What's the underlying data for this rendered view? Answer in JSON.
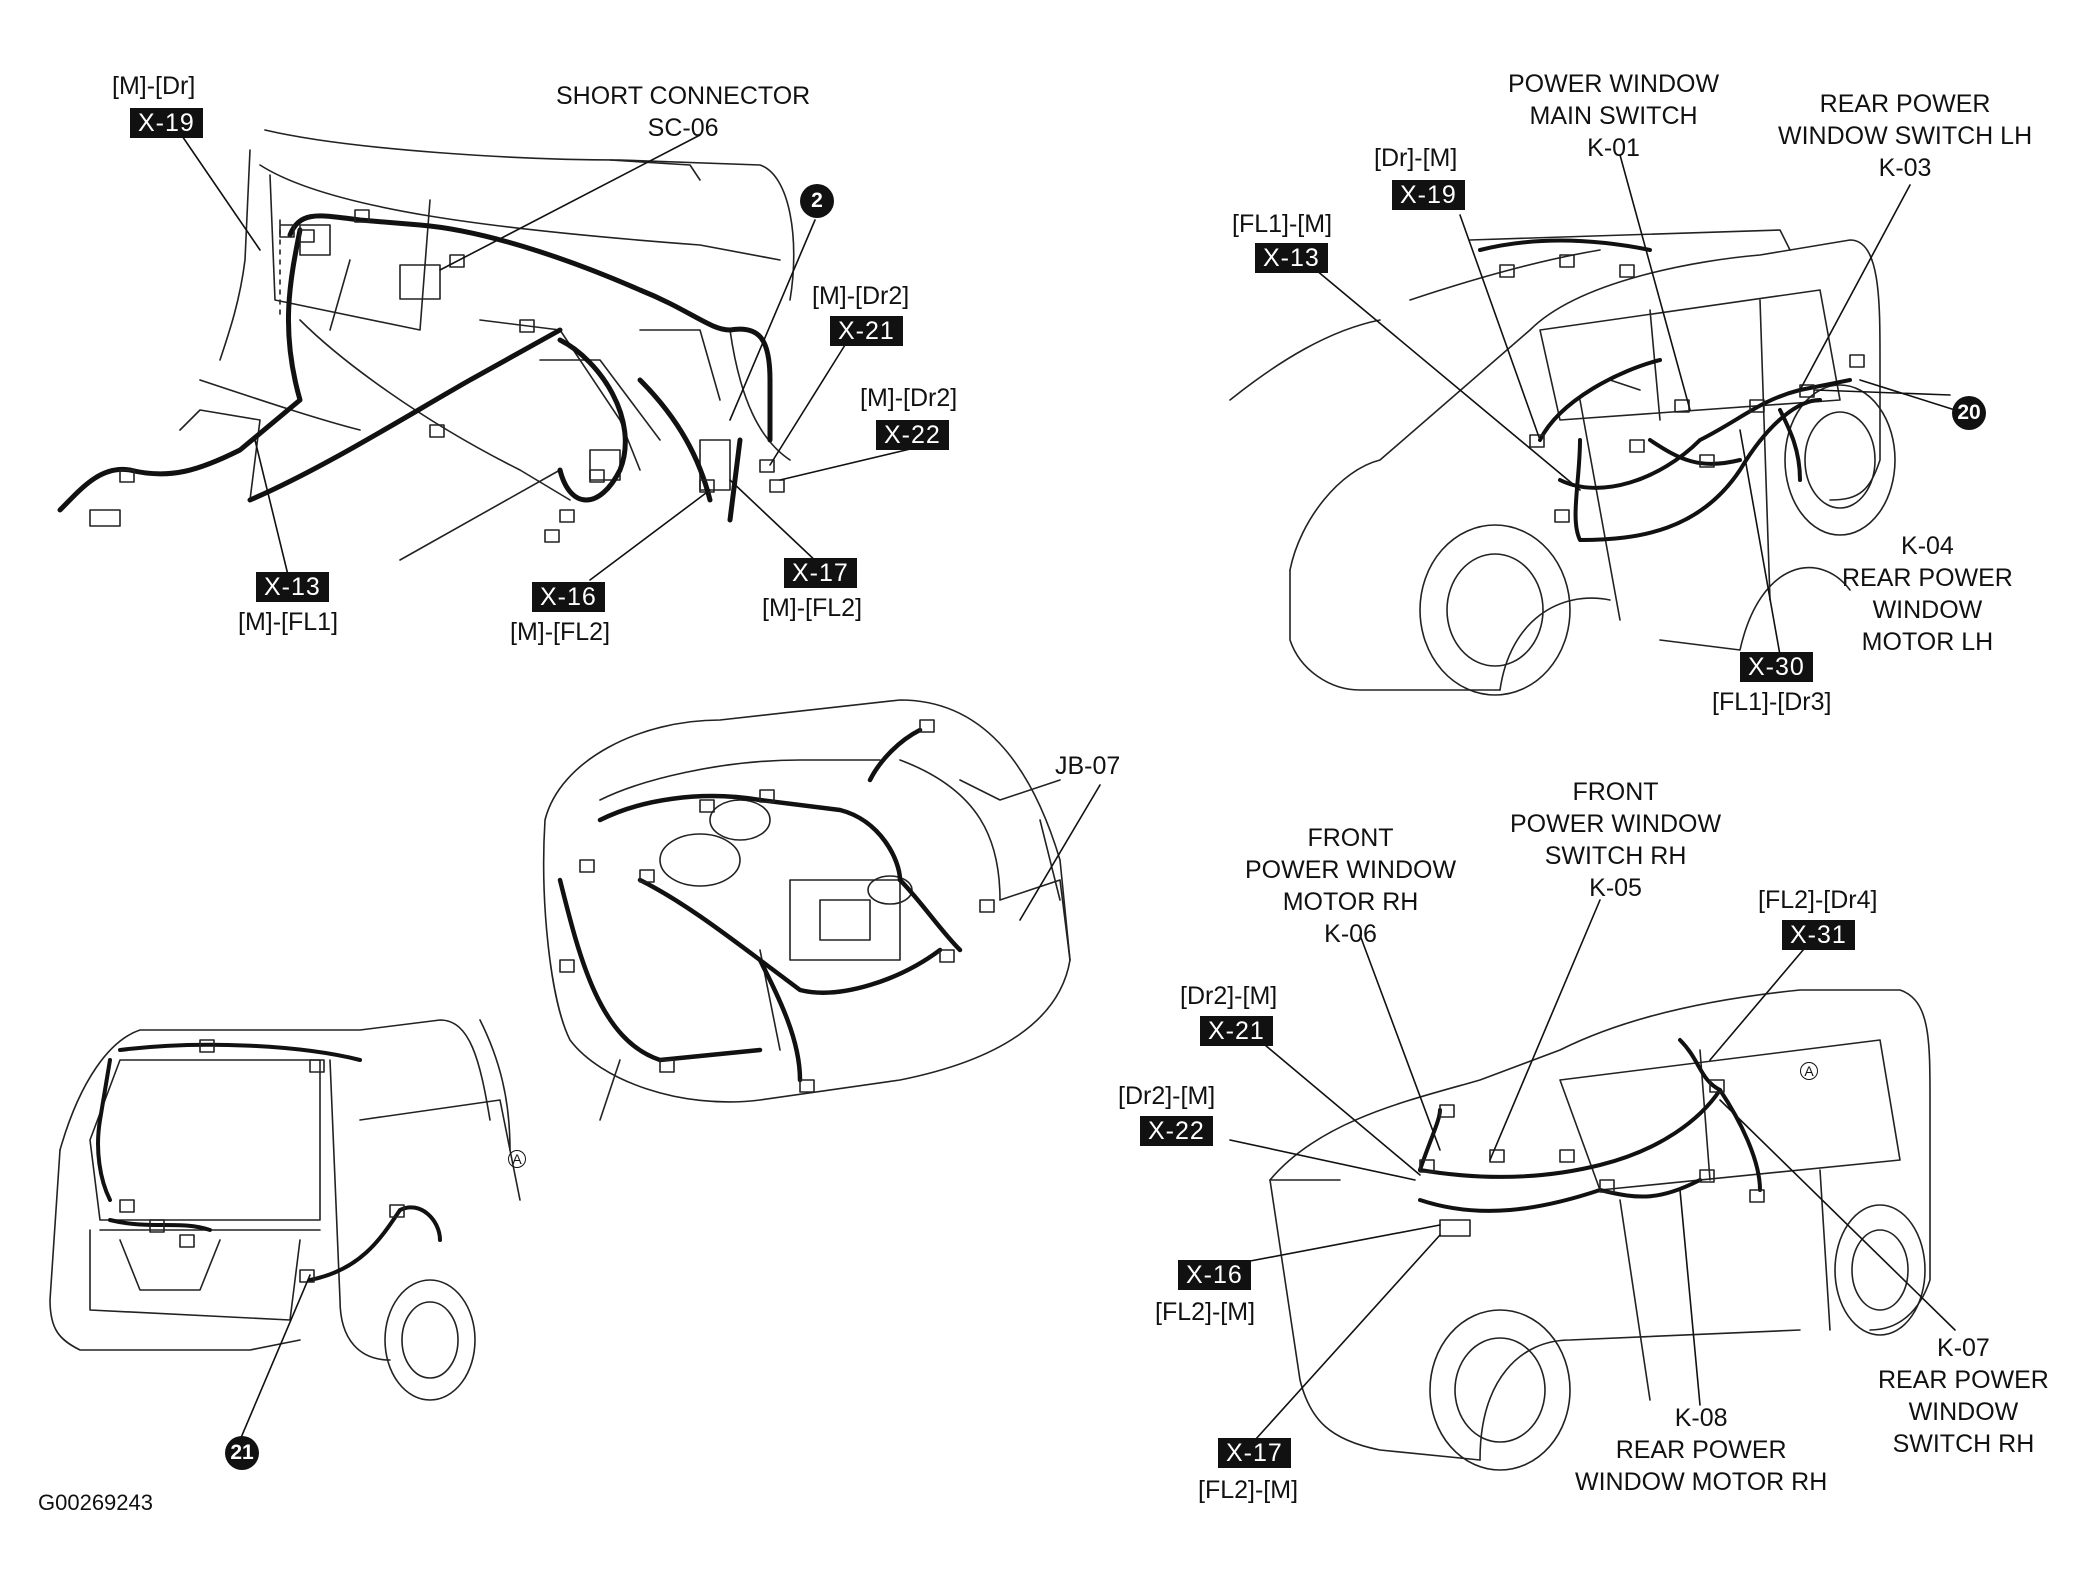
{
  "figure_id": "G00269243",
  "ink": "#111111",
  "top_left": {
    "label_short_connector": "SHORT CONNECTOR\nSC-06",
    "x19": {
      "route": "[M]-[Dr]",
      "code": "X-19"
    },
    "x21": {
      "route": "[M]-[Dr2]",
      "code": "X-21"
    },
    "x22": {
      "route": "[M]-[Dr2]",
      "code": "X-22"
    },
    "x13": {
      "route": "[M]-[FL1]",
      "code": "X-13"
    },
    "x16": {
      "route": "[M]-[FL2]",
      "code": "X-16"
    },
    "x17": {
      "route": "[M]-[FL2]",
      "code": "X-17"
    },
    "bubble": "2"
  },
  "top_right": {
    "k01": "POWER WINDOW\nMAIN SWITCH\nK-01",
    "k03": "REAR POWER\nWINDOW SWITCH LH\nK-03",
    "k04": "K-04\nREAR POWER\nWINDOW\nMOTOR LH",
    "x19": {
      "route": "[Dr]-[M]",
      "code": "X-19"
    },
    "x13": {
      "route": "[FL1]-[M]",
      "code": "X-13"
    },
    "x30": {
      "route": "[FL1]-[Dr3]",
      "code": "X-30"
    },
    "bubble": "20"
  },
  "middle": {
    "jb07": "JB-07"
  },
  "bottom_left": {
    "bubble": "21",
    "marker": "A"
  },
  "bottom_right": {
    "k06": "FRONT\nPOWER WINDOW\nMOTOR RH\nK-06",
    "k05": "FRONT\nPOWER WINDOW\nSWITCH RH\nK-05",
    "x31": {
      "route": "[FL2]-[Dr4]",
      "code": "X-31"
    },
    "x21": {
      "route": "[Dr2]-[M]",
      "code": "X-21"
    },
    "x22": {
      "route": "[Dr2]-[M]",
      "code": "X-22"
    },
    "x16": {
      "route": "[FL2]-[M]",
      "code": "X-16"
    },
    "x17": {
      "route": "[FL2]-[M]",
      "code": "X-17"
    },
    "k07": "K-07\nREAR POWER\nWINDOW\nSWITCH RH",
    "k08": "K-08\nREAR POWER\nWINDOW MOTOR RH",
    "marker": "A"
  }
}
